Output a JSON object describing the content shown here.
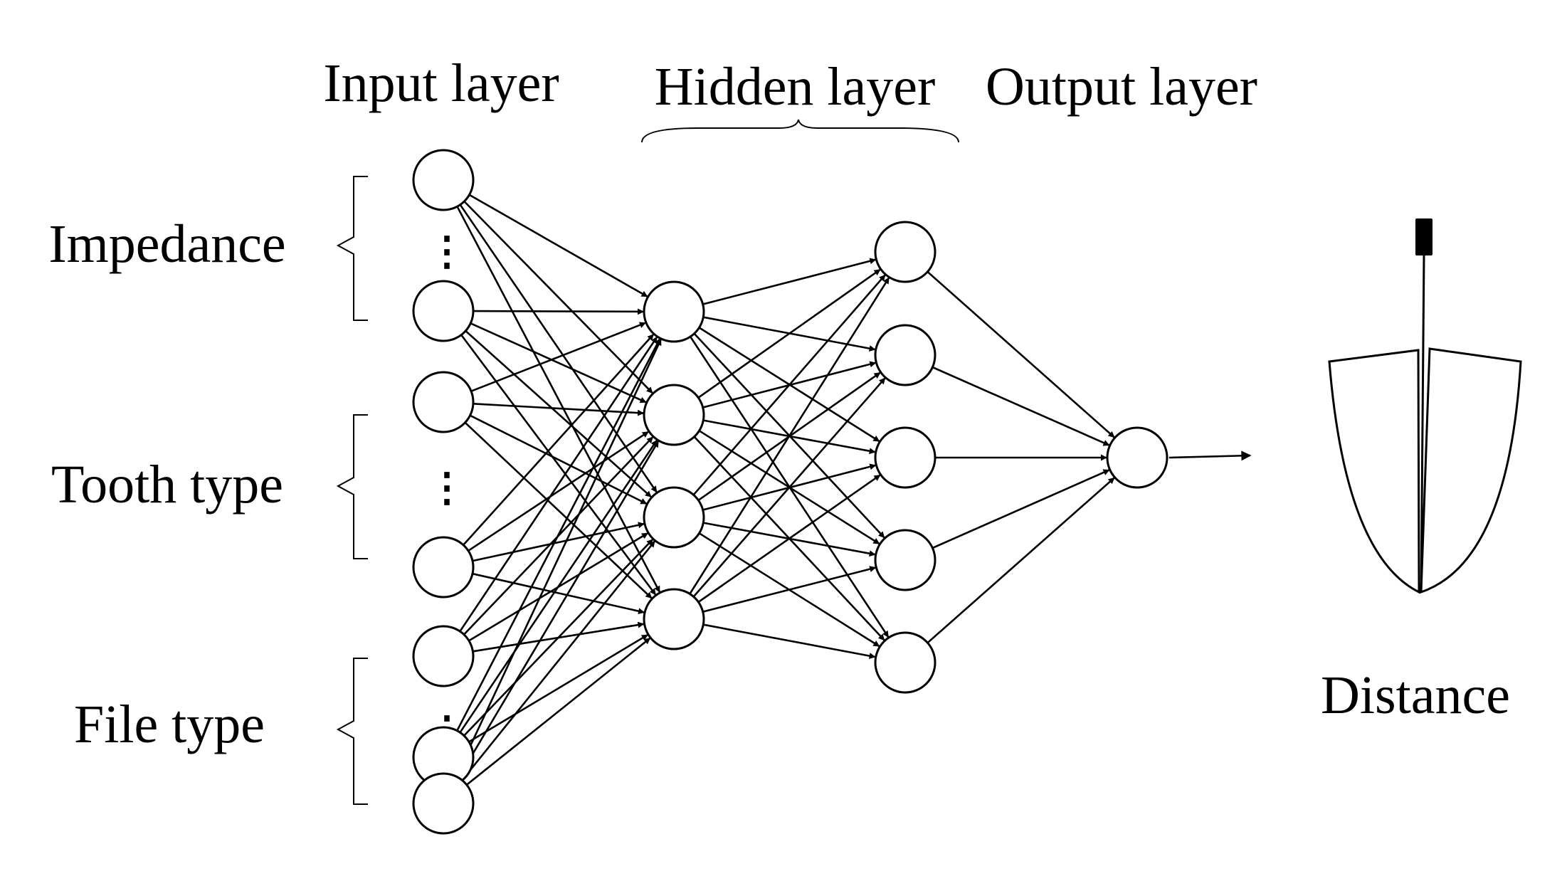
{
  "labels": {
    "input_layer": "Input layer",
    "hidden_layer": "Hidden layer",
    "output_layer": "Output layer",
    "impedance": "Impedance",
    "tooth_type": "Tooth type",
    "file_type": "File type",
    "distance": "Distance",
    "ellipsis": "⋮"
  },
  "network": {
    "input_nodes": 7,
    "hidden_layer_1_nodes": 4,
    "hidden_layer_2_nodes": 5,
    "output_nodes": 1
  },
  "colors": {
    "stroke": "#000000",
    "background": "#ffffff",
    "file_handle": "#000000"
  }
}
